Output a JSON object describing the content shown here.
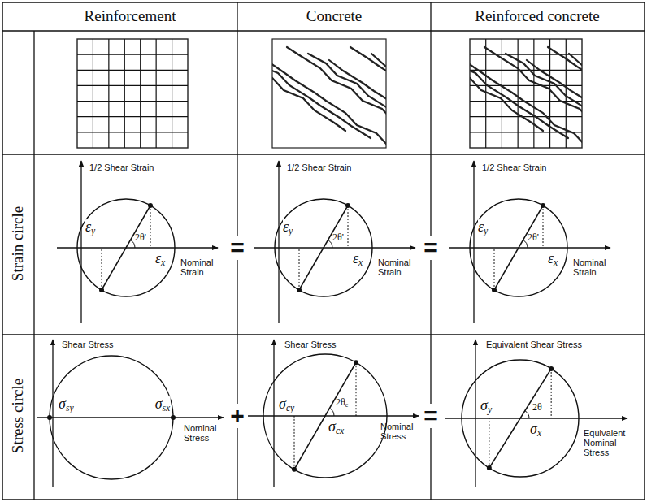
{
  "diagram": {
    "labels": [
      "Reinforcement",
      "Concrete",
      "Reinforced concrete",
      "Strain circle",
      "Stress circle",
      "1/2 Shear Strain",
      "εy",
      "2θ'",
      "εx",
      "Nominal Strain",
      "=",
      "1/2 Shear Strain",
      "εy",
      "2θ'",
      "εx",
      "Nominal Strain",
      "=",
      "1/2 Shear Strain",
      "εy",
      "2θ'",
      "εx",
      "Nominal Strain",
      "Shear Stress",
      "σsy",
      "σsx",
      "Nominal Stress",
      "+",
      "Shear Stress",
      "σcy",
      "2θc",
      "σcx",
      "Nominal Stress",
      "=",
      "Equivalent Shear Stress",
      "σy",
      "2θ",
      "σx",
      "Equivalent Nominal Stress"
    ]
  }
}
